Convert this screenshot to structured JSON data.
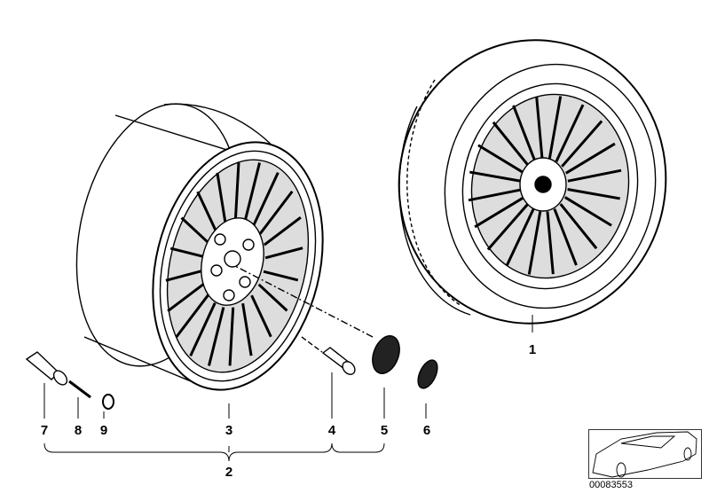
{
  "diagram": {
    "reference_number": "00083553",
    "callouts": [
      {
        "id": "1",
        "label": "1"
      },
      {
        "id": "2",
        "label": "2"
      },
      {
        "id": "3",
        "label": "3"
      },
      {
        "id": "4",
        "label": "4"
      },
      {
        "id": "5",
        "label": "5"
      },
      {
        "id": "6",
        "label": "6"
      },
      {
        "id": "7",
        "label": "7"
      },
      {
        "id": "8",
        "label": "8"
      },
      {
        "id": "9",
        "label": "9"
      }
    ]
  }
}
